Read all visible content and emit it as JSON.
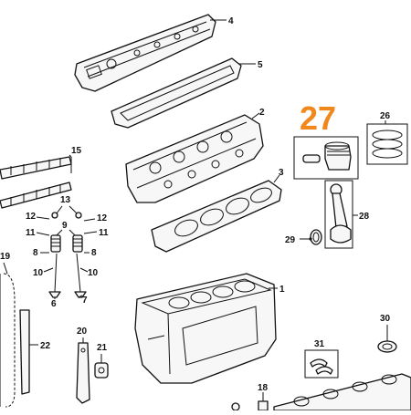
{
  "diagram": {
    "highlight_label": "27",
    "labels": {
      "l1": "1",
      "l2": "2",
      "l3": "3",
      "l4": "4",
      "l5": "5",
      "l6": "6",
      "l7": "7",
      "l8a": "8",
      "l8b": "8",
      "l9": "9",
      "l10a": "10",
      "l10b": "10",
      "l11a": "11",
      "l11b": "11",
      "l12a": "12",
      "l12b": "12",
      "l13": "13",
      "l15": "15",
      "l18": "18",
      "l19": "19",
      "l20": "20",
      "l21": "21",
      "l22": "22",
      "l26": "26",
      "l28": "28",
      "l29": "29",
      "l30": "30",
      "l31": "31"
    }
  }
}
